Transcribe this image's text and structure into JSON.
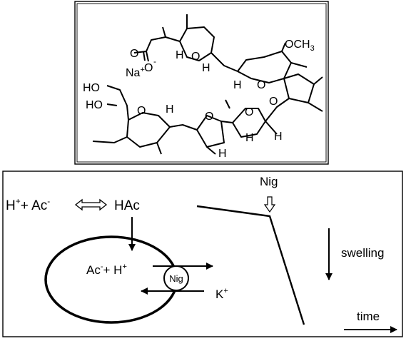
{
  "structure": {
    "atoms": {
      "carboxylate_O": "O",
      "carboxylate_O_minus": "O",
      "minus": "-",
      "ring_O_1": "O",
      "ring_H_1": "H",
      "ring_H_2": "H",
      "methoxy": "OCH",
      "methoxy_sub": "3",
      "ring_O_2": "O",
      "ring_H_3": "H",
      "sodium": "Na",
      "sodium_charge": "+",
      "hydroxyl_1": "HO",
      "hydroxyl_2": "HO",
      "ring_O_3": "O",
      "ring_H_4": "H",
      "ring_O_4": "O",
      "ring_H_5": "H",
      "ring_O_5": "O",
      "ring_O_6": "O",
      "ring_H_6": "H",
      "ring_H_7": "H"
    }
  },
  "mechanism": {
    "h_plus": "H",
    "plus_sign": "+",
    "plus_word": "+ Ac",
    "ac_minus": "-",
    "hac": "HAc",
    "inside_ac": "Ac",
    "inside_minus": "-",
    "inside_plus_h": "+ H",
    "inside_h_charge": "+",
    "nig_circle": "Nig",
    "k": "K",
    "k_charge": "+"
  },
  "trace": {
    "nig_label": "Nig",
    "swelling_label": "swelling",
    "time_label": "time"
  }
}
